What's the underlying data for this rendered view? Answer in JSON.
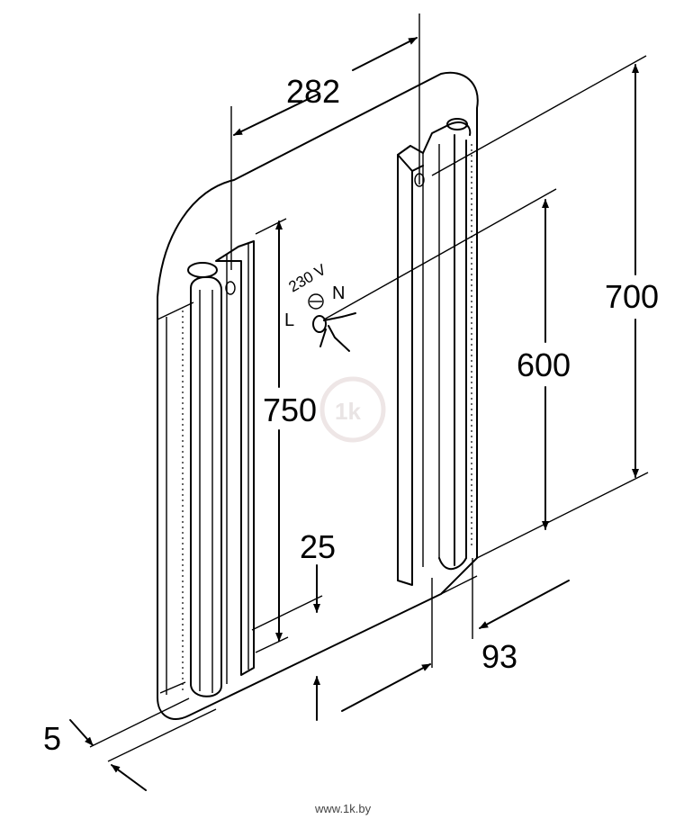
{
  "diagram": {
    "dimensions": {
      "d282": "282",
      "d700": "700",
      "d600": "600",
      "d750": "750",
      "d25": "25",
      "d93": "93",
      "d5": "5"
    },
    "electrical": {
      "voltage": "230 V",
      "live": "L",
      "neutral": "N"
    },
    "watermark": "1k",
    "footer": "www.1k.by"
  }
}
